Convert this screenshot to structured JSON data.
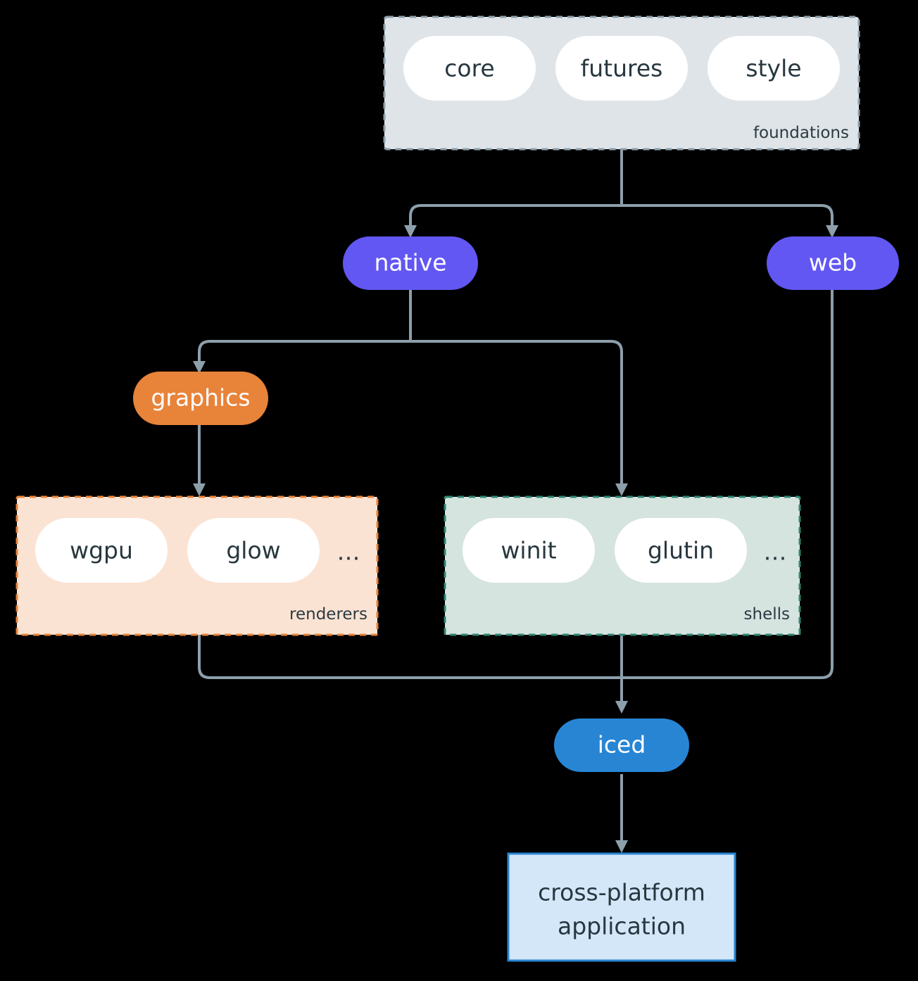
{
  "diagram": {
    "type": "flowchart",
    "background": "#000000",
    "edge_color": "#8d9fab",
    "groups": [
      {
        "id": "foundations",
        "label": "foundations",
        "fill": "#dfe4e8",
        "border": "#8d9fab",
        "border_style": "dashed",
        "items": [
          "core",
          "futures",
          "style"
        ]
      },
      {
        "id": "renderers",
        "label": "renderers",
        "fill": "#fbe3d3",
        "border": "#e8833a",
        "border_style": "dashed",
        "items": [
          "wgpu",
          "glow"
        ],
        "overflow": "…"
      },
      {
        "id": "shells",
        "label": "shells",
        "fill": "#d5e4de",
        "border": "#2f8574",
        "border_style": "dashed",
        "items": [
          "winit",
          "glutin"
        ],
        "overflow": "…"
      }
    ],
    "nodes": [
      {
        "id": "native",
        "label": "native",
        "fill": "#6257f2",
        "text": "#ffffff",
        "shape": "stadium"
      },
      {
        "id": "web",
        "label": "web",
        "fill": "#6257f2",
        "text": "#ffffff",
        "shape": "stadium"
      },
      {
        "id": "graphics",
        "label": "graphics",
        "fill": "#e8833a",
        "text": "#ffffff",
        "shape": "stadium"
      },
      {
        "id": "iced",
        "label": "iced",
        "fill": "#2785d4",
        "text": "#ffffff",
        "shape": "stadium"
      },
      {
        "id": "application",
        "label_line1": "cross-platform",
        "label_line2": "application",
        "fill": "#d4e7f8",
        "border": "#2785d4",
        "text": "#27373f",
        "shape": "rect"
      }
    ],
    "edges": [
      {
        "from": "foundations",
        "to": "native"
      },
      {
        "from": "foundations",
        "to": "web"
      },
      {
        "from": "native",
        "to": "graphics"
      },
      {
        "from": "native",
        "to": "shells"
      },
      {
        "from": "graphics",
        "to": "renderers"
      },
      {
        "from": "renderers",
        "to": "iced"
      },
      {
        "from": "shells",
        "to": "iced"
      },
      {
        "from": "web",
        "to": "iced"
      },
      {
        "from": "iced",
        "to": "application"
      }
    ]
  }
}
